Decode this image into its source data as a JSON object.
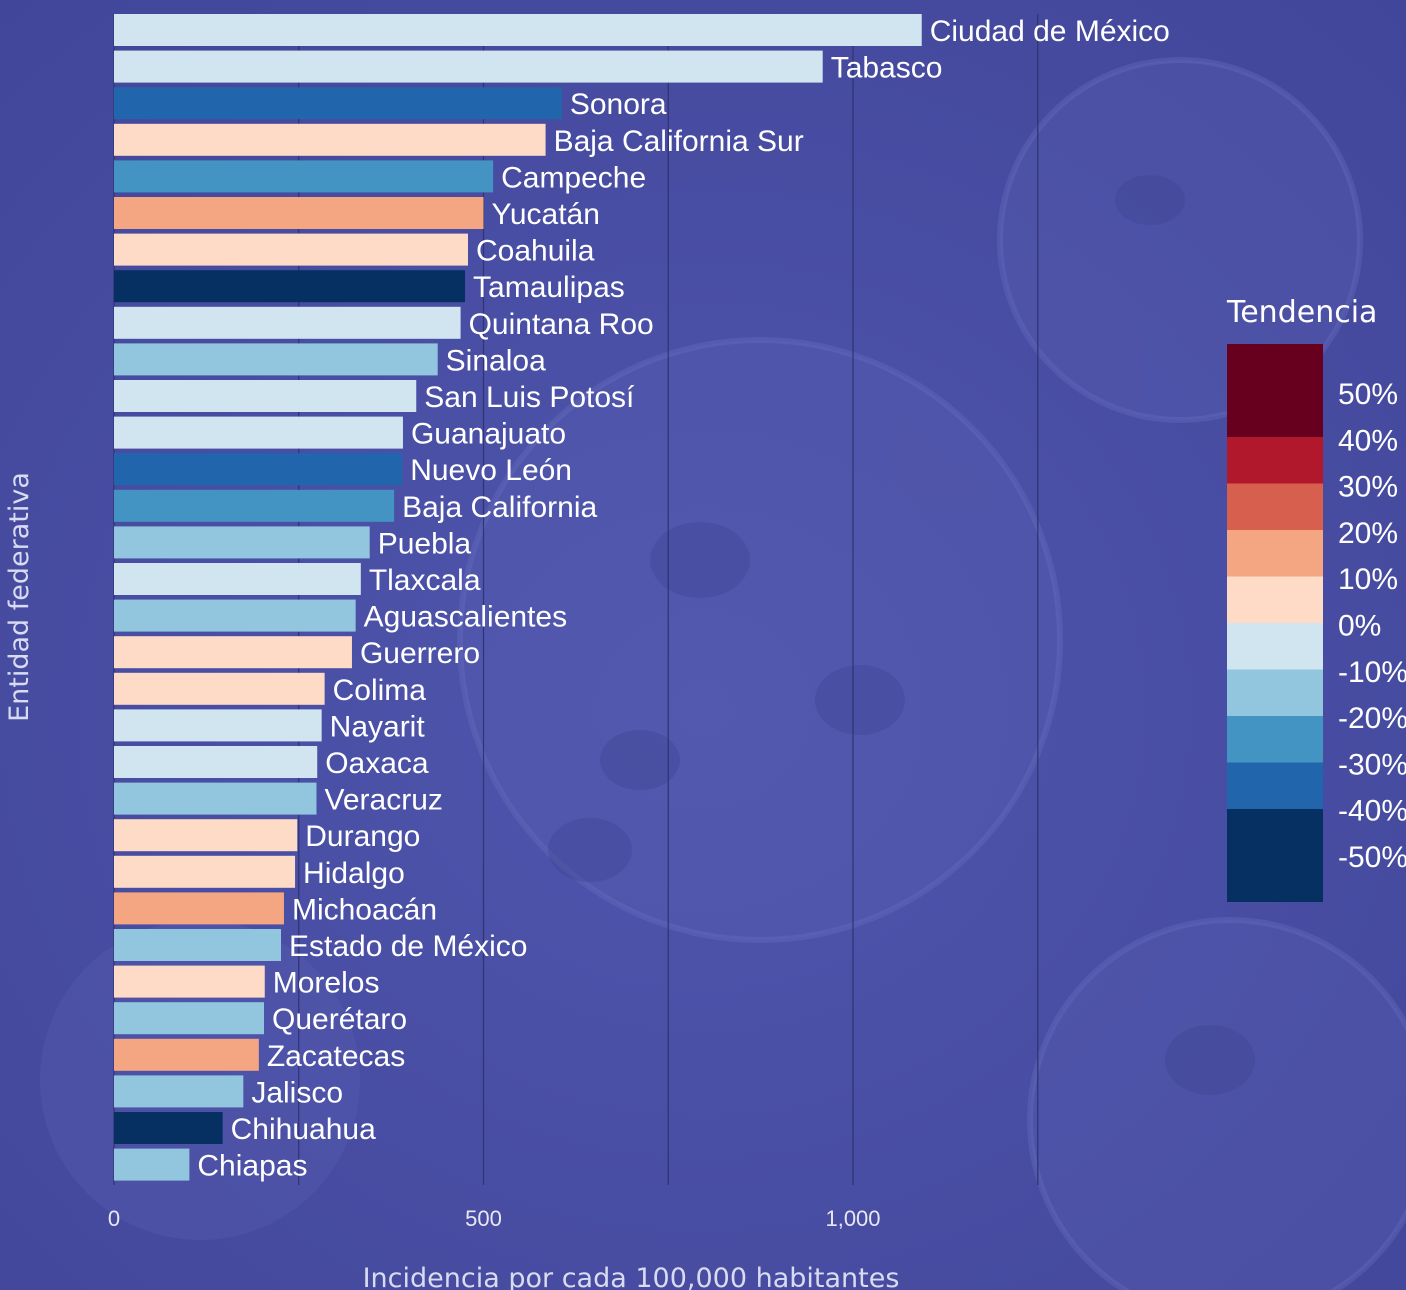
{
  "chart_data": {
    "type": "bar",
    "orientation": "horizontal",
    "xlabel": "Incidencia por cada 100,000 habitantes",
    "ylabel": "Entidad federativa",
    "xlim": [
      0,
      1500
    ],
    "xticks": [
      0,
      500,
      1000
    ],
    "xtick_labels": [
      "0",
      "500",
      "1,000"
    ],
    "gridlines": [
      0,
      250,
      500,
      750,
      1000,
      1250
    ],
    "grid": true,
    "legend_position": "right",
    "categories": [
      "Ciudad de México",
      "Tabasco",
      "Sonora",
      "Baja California Sur",
      "Campeche",
      "Yucatán",
      "Coahuila",
      "Tamaulipas",
      "Quintana Roo",
      "Sinaloa",
      "San Luis Potosí",
      "Guanajuato",
      "Nuevo León",
      "Baja California",
      "Puebla",
      "Tlaxcala",
      "Aguascalientes",
      "Guerrero",
      "Colima",
      "Nayarit",
      "Oaxaca",
      "Veracruz",
      "Durango",
      "Hidalgo",
      "Michoacán",
      "Estado de México",
      "Morelos",
      "Querétaro",
      "Zacatecas",
      "Jalisco",
      "Chihuahua",
      "Chiapas"
    ],
    "values": [
      1093,
      959,
      606,
      584,
      513,
      500,
      479,
      475,
      469,
      438,
      409,
      391,
      390,
      379,
      346,
      334,
      327,
      322,
      285,
      281,
      275,
      274,
      248,
      245,
      230,
      226,
      204,
      203,
      196,
      175,
      147,
      102
    ],
    "tendencia_bins": [
      -10,
      -10,
      -40,
      10,
      -30,
      20,
      10,
      -50,
      -10,
      -20,
      -10,
      -10,
      -40,
      -30,
      -20,
      -10,
      -20,
      10,
      10,
      -10,
      -10,
      -20,
      10,
      10,
      20,
      -20,
      10,
      -20,
      20,
      -20,
      -50,
      -20
    ],
    "legend": {
      "title": "Tendencia",
      "labels": [
        "50%",
        "40%",
        "30%",
        "20%",
        "10%",
        "0%",
        "-10%",
        "-20%",
        "-30%",
        "-40%",
        "-50%"
      ],
      "bins": [
        {
          "value": 50,
          "color": "#67001f"
        },
        {
          "value": 40,
          "color": "#b2182b"
        },
        {
          "value": 30,
          "color": "#d6604d"
        },
        {
          "value": 20,
          "color": "#f4a582"
        },
        {
          "value": 10,
          "color": "#fddbc7"
        },
        {
          "value": -10,
          "color": "#d1e5f0"
        },
        {
          "value": -20,
          "color": "#92c5de"
        },
        {
          "value": -30,
          "color": "#4393c3"
        },
        {
          "value": -40,
          "color": "#2166ac"
        },
        {
          "value": -50,
          "color": "#053061"
        }
      ]
    }
  }
}
